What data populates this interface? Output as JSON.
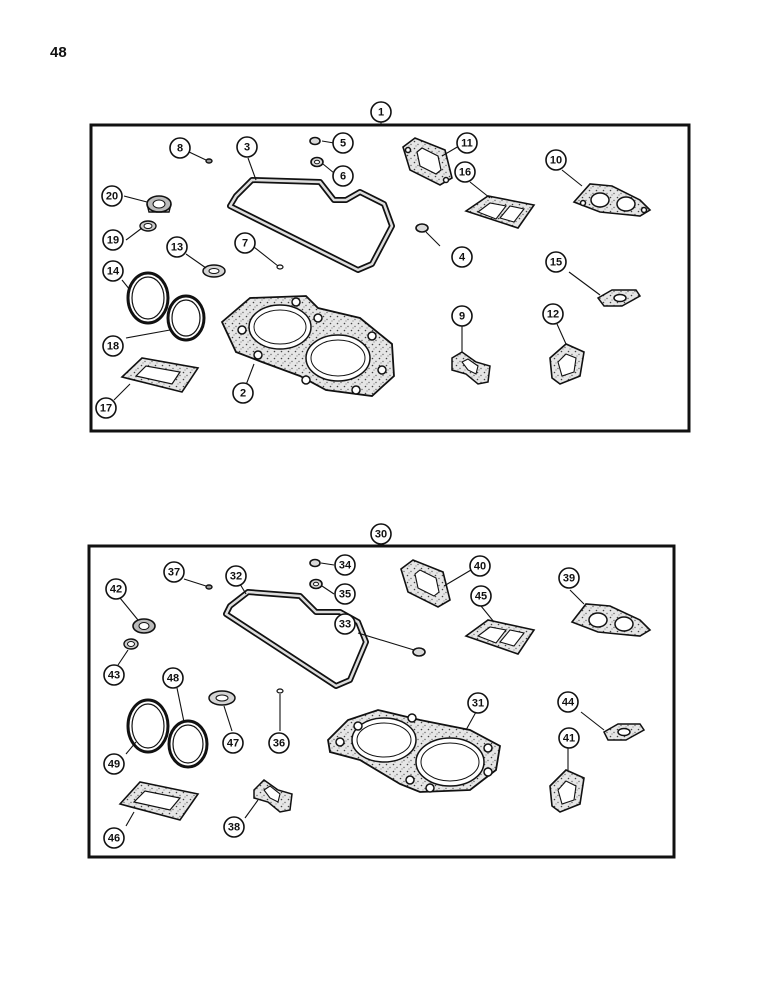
{
  "page": {
    "number": "48"
  },
  "kits": [
    {
      "label": "1",
      "callouts": [
        "8",
        "3",
        "5",
        "6",
        "11",
        "16",
        "10",
        "20",
        "19",
        "13",
        "7",
        "4",
        "15",
        "14",
        "18",
        "2",
        "9",
        "12",
        "17"
      ]
    },
    {
      "label": "30",
      "callouts": [
        "37",
        "32",
        "34",
        "35",
        "40",
        "45",
        "39",
        "42",
        "43",
        "33",
        "48",
        "49",
        "47",
        "36",
        "31",
        "44",
        "41",
        "46",
        "38"
      ]
    }
  ]
}
